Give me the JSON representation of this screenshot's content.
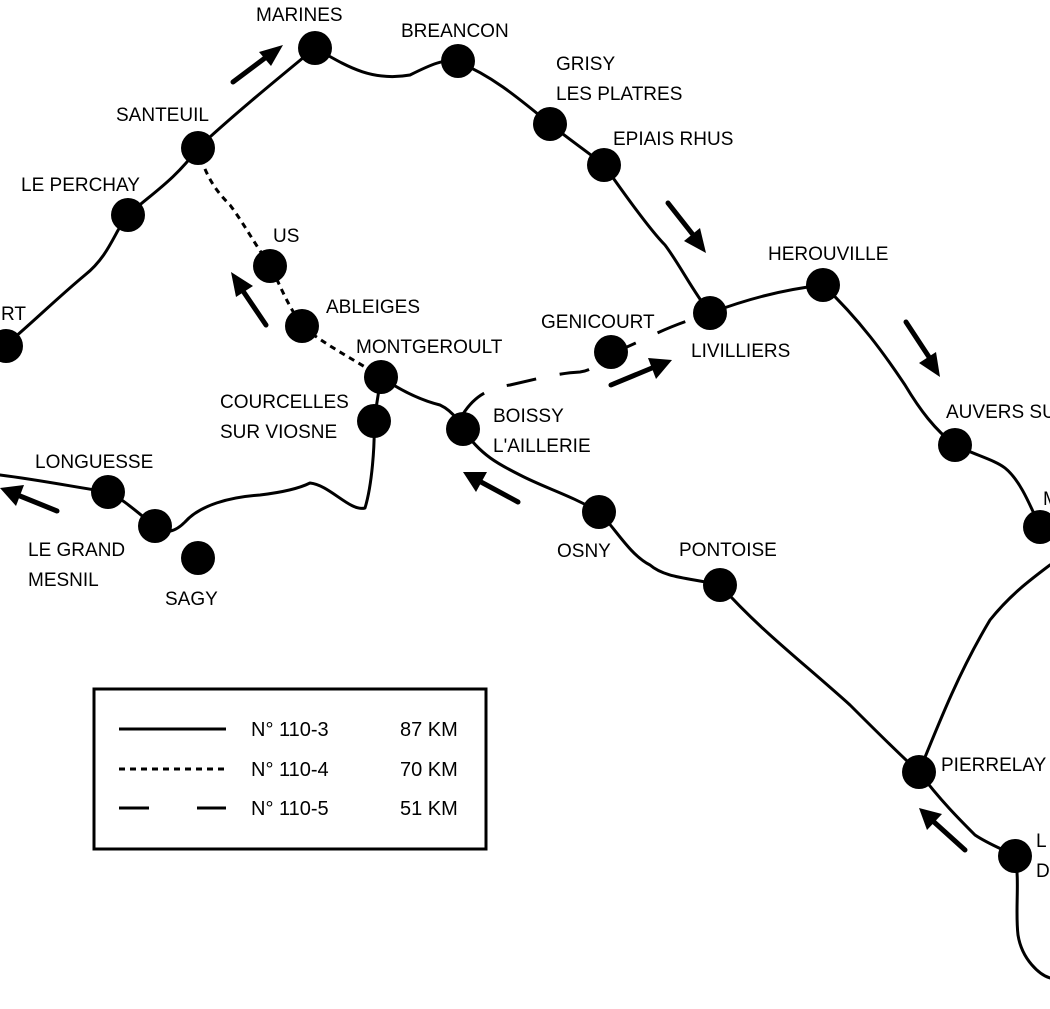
{
  "map": {
    "places": {
      "marines": "MARINES",
      "breancon": "BREANCON",
      "grisy_1": "GRISY",
      "grisy_2": "LES PLATRES",
      "epiais": "EPIAIS RHUS",
      "santeuil": "SANTEUIL",
      "le_perchay": "LE PERCHAY",
      "rt": "RT",
      "us": "US",
      "ableiges": "ABLEIGES",
      "herouville": "HEROUVILLE",
      "genicourt": "GENICOURT",
      "livilliers": "LIVILLIERS",
      "montgeroult": "MONTGEROULT",
      "courcelles_1": "COURCELLES",
      "courcelles_2": "SUR VIOSNE",
      "boissy_1": "BOISSY",
      "boissy_2": "L'AILLERIE",
      "auvers": "AUVERS SU",
      "longuesse": "LONGUESSE",
      "le_grand_1": "LE GRAND",
      "le_grand_2": "MESNIL",
      "sagy": "SAGY",
      "osny": "OSNY",
      "pontoise": "PONTOISE",
      "m_partial": "M",
      "pierrelaye": "PIERRELAY",
      "l_partial_1": "L",
      "l_partial_2": "D"
    }
  },
  "legend": {
    "items": [
      {
        "style": "solid",
        "name": "N° 110-3",
        "distance": "87 KM"
      },
      {
        "style": "dotted",
        "name": "N° 110-4",
        "distance": "70 KM"
      },
      {
        "style": "dashed",
        "name": "N° 110-5",
        "distance": "51 KM"
      }
    ]
  },
  "colors": {
    "ink": "#000000",
    "paper": "#ffffff"
  }
}
